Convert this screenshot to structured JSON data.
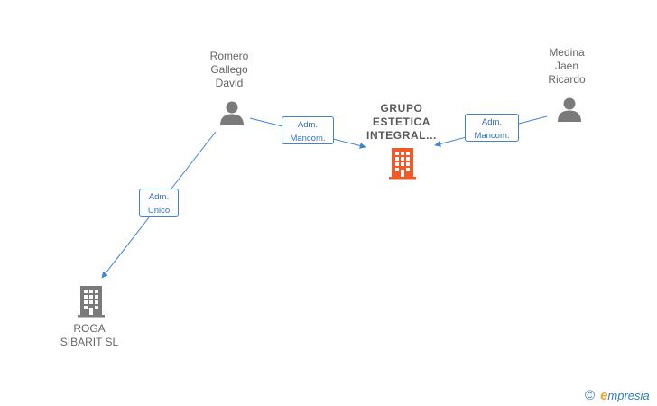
{
  "nodes": {
    "company_main": {
      "label": "GRUPO\nESTETICA\nINTEGRAL..."
    },
    "company_roga": {
      "label": "ROGA\nSIBARIT SL"
    },
    "person_romero": {
      "label": "Romero\nGallego\nDavid"
    },
    "person_medina": {
      "label": "Medina\nJaen\nRicardo"
    }
  },
  "edges": [
    {
      "from": "Romero Gallego David",
      "to": "GRUPO ESTETICA INTEGRAL...",
      "label": "Adm.\nMancom."
    },
    {
      "from": "Medina Jaen Ricardo",
      "to": "GRUPO ESTETICA INTEGRAL...",
      "label": "Adm.\nMancom."
    },
    {
      "from": "Romero Gallego David",
      "to": "ROGA SIBARIT SL",
      "label": "Adm.\nUnico"
    }
  ],
  "footer": {
    "copyright_symbol": "©",
    "brand_first": "e",
    "brand_rest": "mpresia"
  },
  "colors": {
    "edge": "#3f83d6",
    "main_company": "#f05a28",
    "company": "#7a7a7a",
    "person": "#7a7a7a",
    "label_text": "#666666"
  }
}
